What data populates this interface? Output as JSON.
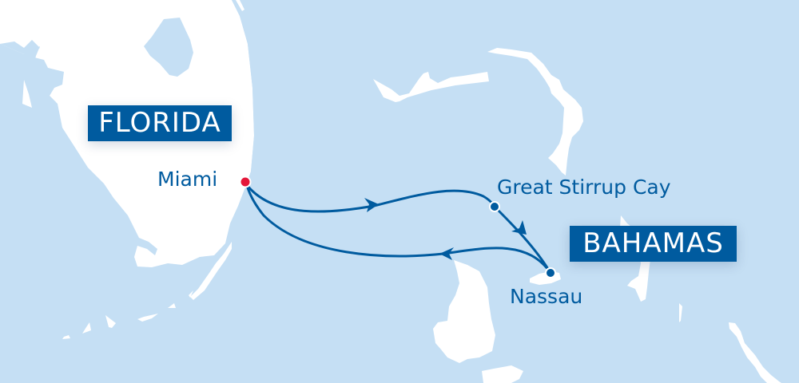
{
  "map": {
    "colors": {
      "water": "#c5dff4",
      "land": "#ffffff",
      "route": "#005b9f",
      "label_bg": "#005b9f",
      "label_text": "#ffffff",
      "port_dot": "#005b9f",
      "origin_dot": "#e4173a"
    },
    "regions": [
      {
        "id": "florida",
        "label": "FLORIDA"
      },
      {
        "id": "bahamas",
        "label": "BAHAMAS"
      }
    ],
    "ports": [
      {
        "id": "miami",
        "label": "Miami",
        "role": "origin"
      },
      {
        "id": "great-stirrup-cay",
        "label": "Great Stirrup Cay",
        "role": "stop"
      },
      {
        "id": "nassau",
        "label": "Nassau",
        "role": "stop"
      }
    ],
    "route": {
      "legs": [
        {
          "from": "Miami",
          "to": "Great Stirrup Cay"
        },
        {
          "from": "Great Stirrup Cay",
          "to": "Nassau"
        },
        {
          "from": "Nassau",
          "to": "Miami"
        }
      ]
    }
  }
}
